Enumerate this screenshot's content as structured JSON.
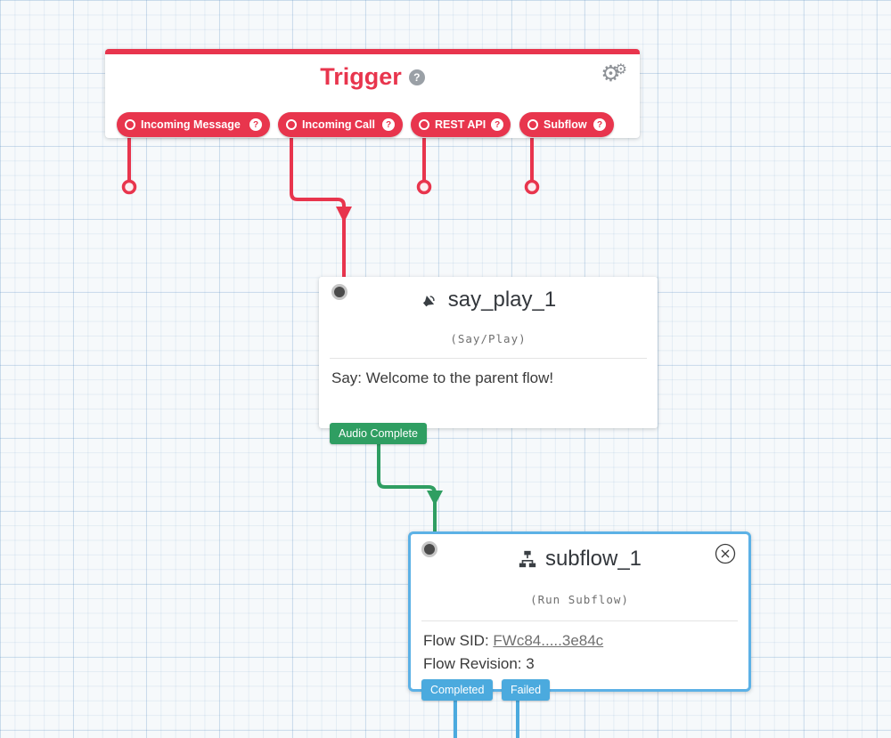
{
  "icons": {
    "help": "?",
    "gear": "⚙"
  },
  "trigger": {
    "title": "Trigger",
    "outputs": [
      "Incoming Message",
      "Incoming Call",
      "REST API",
      "Subflow"
    ]
  },
  "say_widget": {
    "title": "say_play_1",
    "type_label": "(Say/Play)",
    "body": "Say: Welcome to the parent flow!",
    "transition": "Audio Complete"
  },
  "subflow_widget": {
    "title": "subflow_1",
    "type_label": "(Run Subflow)",
    "flow_sid_label": "Flow SID: ",
    "flow_sid_value": "FWc84.....3e84c",
    "flow_revision": "Flow Revision: 3",
    "transitions": [
      "Completed",
      "Failed"
    ]
  },
  "colors": {
    "red": "#e8354d",
    "green": "#2f9e62",
    "blue": "#4baade",
    "selected_border": "#5cb1e6"
  }
}
